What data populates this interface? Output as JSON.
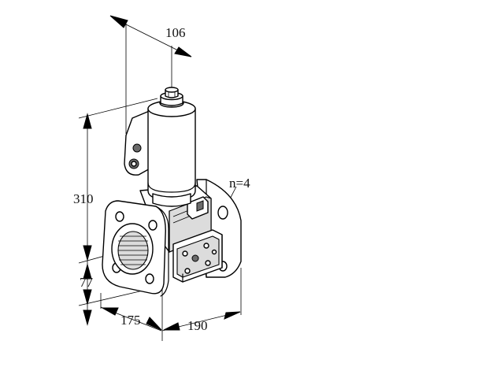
{
  "dimensions": {
    "top_width": "106",
    "height_total": "310",
    "height_lower": "77",
    "depth": "175",
    "length": "190",
    "bolt_count": "n=4"
  }
}
